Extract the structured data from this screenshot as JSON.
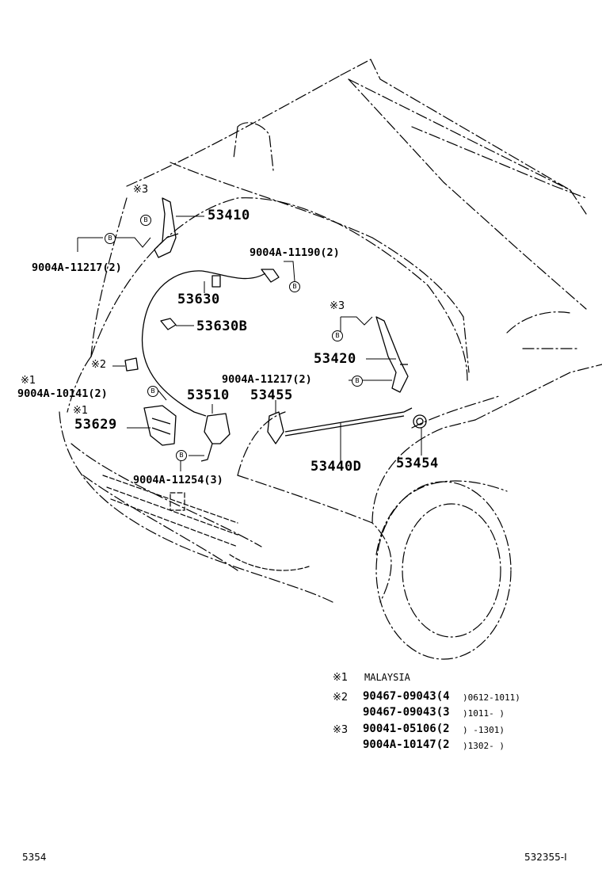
{
  "callouts": {
    "p53410": "53410",
    "p53630": "53630",
    "p53630B": "53630B",
    "p53420": "53420",
    "p53510": "53510",
    "p53455": "53455",
    "p53629": "53629",
    "p53454": "53454",
    "p53440D": "53440D",
    "b11217_left": "9004A-11217(2)",
    "b11190": "9004A-11190(2)",
    "b11217_right": "9004A-11217(2)",
    "b10141": "9004A-10141(2)",
    "b11254": "9004A-11254(3)"
  },
  "marks": {
    "m3_top": "※3",
    "m3_right": "※3",
    "m2": "※2",
    "m1_a": "※1",
    "m1_b": "※1",
    "b_letter": "B"
  },
  "notes": [
    {
      "key": "※1",
      "pn": "MALAYSIA",
      "range": ""
    },
    {
      "key": "※2",
      "pn": "90467-09043(4",
      "range": ")0612-1011)"
    },
    {
      "key": "",
      "pn": "90467-09043(3",
      "range": ")1011-    )"
    },
    {
      "key": "※3",
      "pn": "90041-05106(2",
      "range": ")     -1301)"
    },
    {
      "key": "",
      "pn": "9004A-10147(2",
      "range": ")1302-    )"
    }
  ],
  "footer": {
    "left": "5354",
    "right": "532355-I"
  }
}
